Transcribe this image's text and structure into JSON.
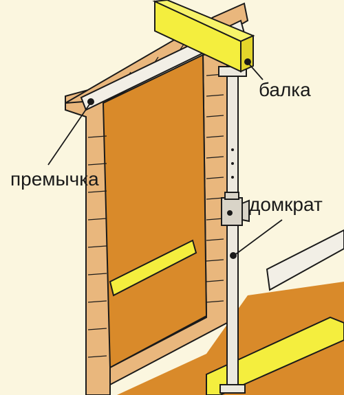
{
  "labels": {
    "beam": "балка",
    "lintel": "премычка",
    "jack": "домкрат"
  },
  "colors": {
    "background": "#fbf6df",
    "opening": "#d98a2a",
    "brick": "#e9b77d",
    "beam_yellow": "#f4ee3e",
    "post": "#ece9df",
    "outline": "#1a1a1a"
  }
}
